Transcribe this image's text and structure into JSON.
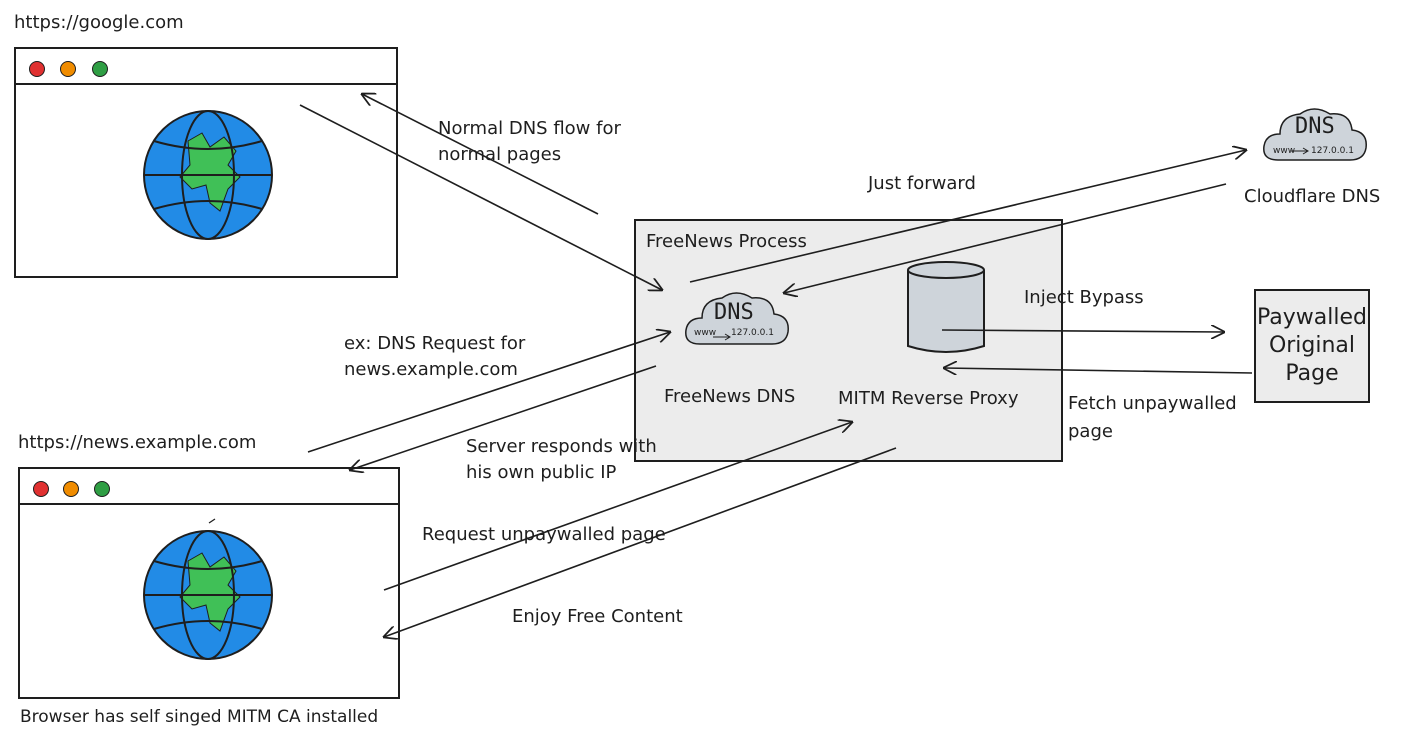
{
  "browsers": [
    {
      "url": "https://google.com",
      "dots": [
        "#e03131",
        "#f08c00",
        "#2f9e44"
      ]
    },
    {
      "url": "https://news.example.com",
      "dots": [
        "#e03131",
        "#f08c00",
        "#2f9e44"
      ]
    }
  ],
  "process": {
    "title": "FreeNews Process",
    "dns_label": "FreeNews DNS",
    "proxy_label": "MITM Reverse Proxy"
  },
  "dns_icon": {
    "text": "DNS",
    "mapping_from": "www",
    "mapping_to": "127.0.0.1"
  },
  "cloudflare": {
    "label": "Cloudflare DNS"
  },
  "paywalled": {
    "line1": "Paywalled",
    "line2": "Original",
    "line3": "Page"
  },
  "arrows": {
    "normal_dns_1": "Normal DNS flow for",
    "normal_dns_2": "normal pages",
    "just_forward": "Just forward",
    "dns_request_1": "ex: DNS Request for",
    "dns_request_2": "news.example.com",
    "server_responds_1": "Server responds with",
    "server_responds_2": "his own public IP",
    "request_unpaywalled": "Request unpaywalled page",
    "enjoy": "Enjoy Free Content",
    "inject": "Inject Bypass",
    "fetch_1": "Fetch unpaywalled",
    "fetch_2": "page"
  },
  "footnote": "Browser has self singed MITM CA installed",
  "colors": {
    "globe_blue": "#228be6",
    "land_green": "#40c057",
    "box_fill": "#ececec",
    "cloud_fill": "#ced4da",
    "cylinder_fill": "#ced4da",
    "stroke": "#1e1e1e"
  }
}
